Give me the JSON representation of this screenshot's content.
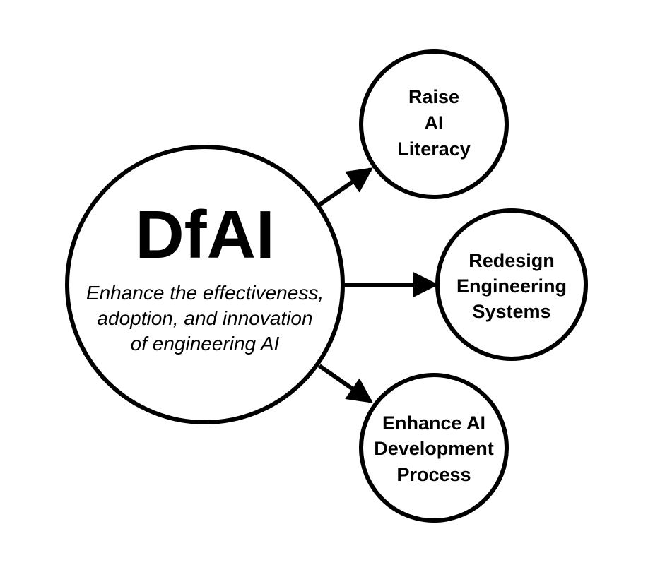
{
  "main": {
    "title": "DfAI",
    "subtitle_lines": [
      "Enhance the effectiveness,",
      "adoption, and innovation",
      "of engineering AI"
    ]
  },
  "goals": [
    {
      "lines": [
        "Raise",
        "AI",
        "Literacy"
      ]
    },
    {
      "lines": [
        "Redesign",
        "Engineering",
        "Systems"
      ]
    },
    {
      "lines": [
        "Enhance AI",
        "Development",
        "Process"
      ]
    }
  ],
  "colors": {
    "stroke": "#000000",
    "background": "#ffffff"
  }
}
